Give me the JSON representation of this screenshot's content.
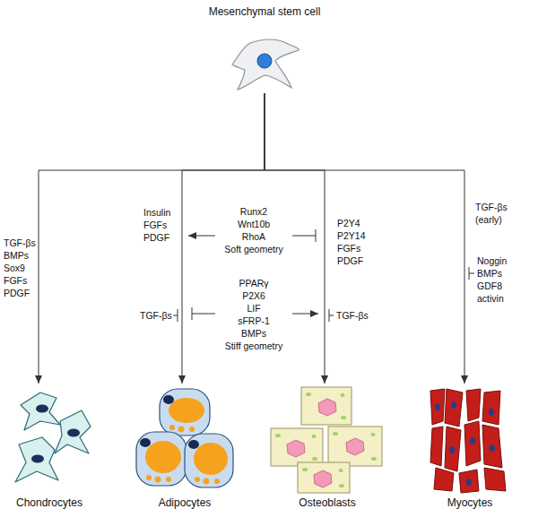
{
  "diagram": {
    "nodes": [
      {
        "text": [
          "Mesenchymal stem cell"
        ]
      },
      {
        "text": [
          "Chondrocytes"
        ]
      },
      {
        "text": [
          "Adipocytes"
        ]
      },
      {
        "text": [
          "Osteoblasts"
        ]
      },
      {
        "text": [
          "Myocytes"
        ]
      }
    ],
    "edges": [
      {
        "from": 0,
        "to": 1,
        "arrow": "to"
      },
      {
        "from": 0,
        "to": 2,
        "arrow": "to"
      },
      {
        "from": 0,
        "to": 3,
        "arrow": "to"
      },
      {
        "from": 0,
        "to": 4,
        "arrow": "to"
      }
    ],
    "labels": [
      "TGF-βs",
      "BMPs",
      "Sox9",
      "FGFs",
      "PDGF",
      "Insulin",
      "FGFs",
      "PDGF",
      "Runx2",
      "Wnt10b",
      "RhoA",
      "Soft geometry",
      "P2Y4",
      "P2Y14",
      "FGFs",
      "PDGF",
      "TGF-βs (early)",
      "TGF-βs",
      "PPARγ",
      "P2X6",
      "LIF",
      "sFRP-1",
      "BMPs",
      "Stiff geometry",
      "TGF-βs",
      "Noggin",
      "BMPs",
      "GDF8",
      "activin"
    ]
  }
}
